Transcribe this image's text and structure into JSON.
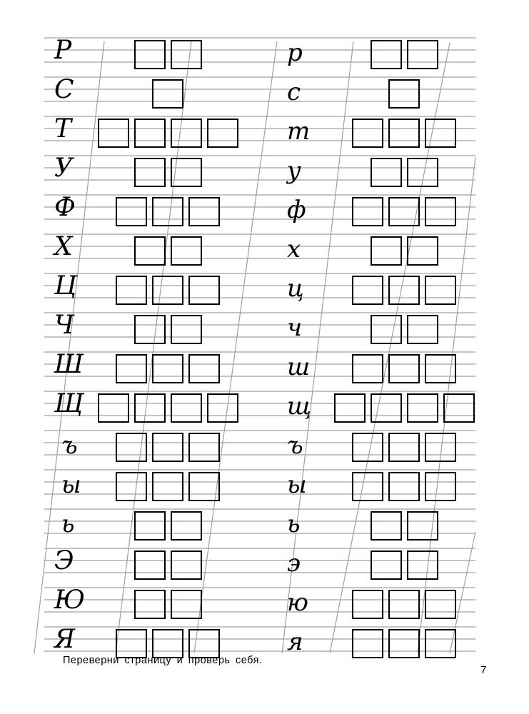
{
  "worksheet": {
    "rows": [
      {
        "upper": "Р",
        "upper_boxes": 2,
        "lower": "р",
        "lower_boxes": 2
      },
      {
        "upper": "С",
        "upper_boxes": 1,
        "lower": "с",
        "lower_boxes": 1
      },
      {
        "upper": "Т",
        "upper_boxes": 4,
        "lower": "т",
        "lower_boxes": 3
      },
      {
        "upper": "У",
        "upper_boxes": 2,
        "lower": "у",
        "lower_boxes": 2
      },
      {
        "upper": "Ф",
        "upper_boxes": 3,
        "lower": "ф",
        "lower_boxes": 3
      },
      {
        "upper": "Х",
        "upper_boxes": 2,
        "lower": "х",
        "lower_boxes": 2
      },
      {
        "upper": "Ц",
        "upper_boxes": 3,
        "lower": "ц",
        "lower_boxes": 3
      },
      {
        "upper": "Ч",
        "upper_boxes": 2,
        "lower": "ч",
        "lower_boxes": 2
      },
      {
        "upper": "Ш",
        "upper_boxes": 3,
        "lower": "ш",
        "lower_boxes": 3
      },
      {
        "upper": "Щ",
        "upper_boxes": 4,
        "lower": "щ",
        "lower_boxes": 4
      },
      {
        "upper": "ъ",
        "upper_boxes": 3,
        "lower": "ъ",
        "lower_boxes": 3
      },
      {
        "upper": "ы",
        "upper_boxes": 3,
        "lower": "ы",
        "lower_boxes": 3
      },
      {
        "upper": "ь",
        "upper_boxes": 2,
        "lower": "ь",
        "lower_boxes": 2
      },
      {
        "upper": "Э",
        "upper_boxes": 2,
        "lower": "э",
        "lower_boxes": 2
      },
      {
        "upper": "Ю",
        "upper_boxes": 2,
        "lower": "ю",
        "lower_boxes": 3
      },
      {
        "upper": "Я",
        "upper_boxes": 3,
        "lower": "я",
        "lower_boxes": 3
      }
    ]
  },
  "footer": {
    "instruction": "Переверни страницу и проверь себя.",
    "page_number": "7"
  },
  "colors": {
    "ruling": "#a0a0a0",
    "ink": "#000000",
    "paper": "#ffffff"
  }
}
